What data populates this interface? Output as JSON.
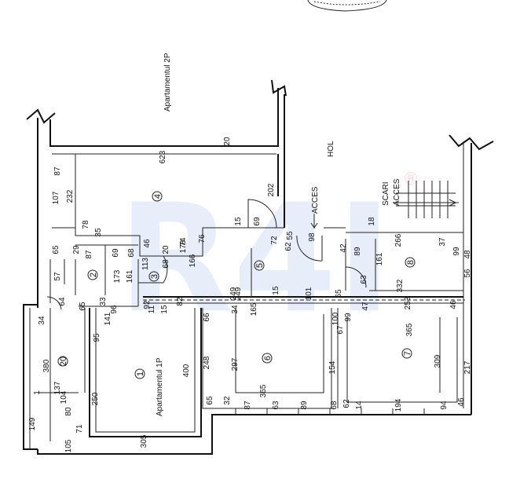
{
  "labels": {
    "apartment_2p": "Apartamentul 2P",
    "apartment_1p": "Apartamentul 1P",
    "hol": "HOL",
    "acces": "ACCES",
    "scari": "SCARI",
    "scari_acces": "ACCES"
  },
  "rooms": [
    "4",
    "5",
    "3",
    "2",
    "1",
    "20",
    "6",
    "7",
    "8"
  ],
  "dimensions": [
    "20",
    "623",
    "87",
    "232",
    "107",
    "202",
    "69",
    "15",
    "76",
    "74",
    "78",
    "35",
    "46",
    "65",
    "29",
    "87",
    "69",
    "68",
    "57",
    "173",
    "161",
    "113",
    "68",
    "20",
    "166",
    "178",
    "62",
    "72",
    "98",
    "18",
    "266",
    "37",
    "99",
    "48",
    "89",
    "161",
    "56",
    "63",
    "42",
    "55",
    "332",
    "15",
    "249",
    "101",
    "82",
    "92",
    "96",
    "141",
    "65",
    "34",
    "33",
    "64",
    "11",
    "15",
    "249",
    "65",
    "165",
    "66",
    "34",
    "248",
    "297",
    "400",
    "380",
    "104",
    "95",
    "149",
    "137",
    "250",
    "80",
    "71",
    "105",
    "305",
    "365",
    "65",
    "32",
    "87",
    "63",
    "89",
    "68",
    "62",
    "14",
    "100",
    "67",
    "154",
    "99",
    "47",
    "253",
    "46",
    "365",
    "309",
    "217",
    "194",
    "94",
    "46",
    "1"
  ],
  "colors": {
    "watermark": "#1e5fd6",
    "mark": "#d62020",
    "ink": "#111111"
  }
}
